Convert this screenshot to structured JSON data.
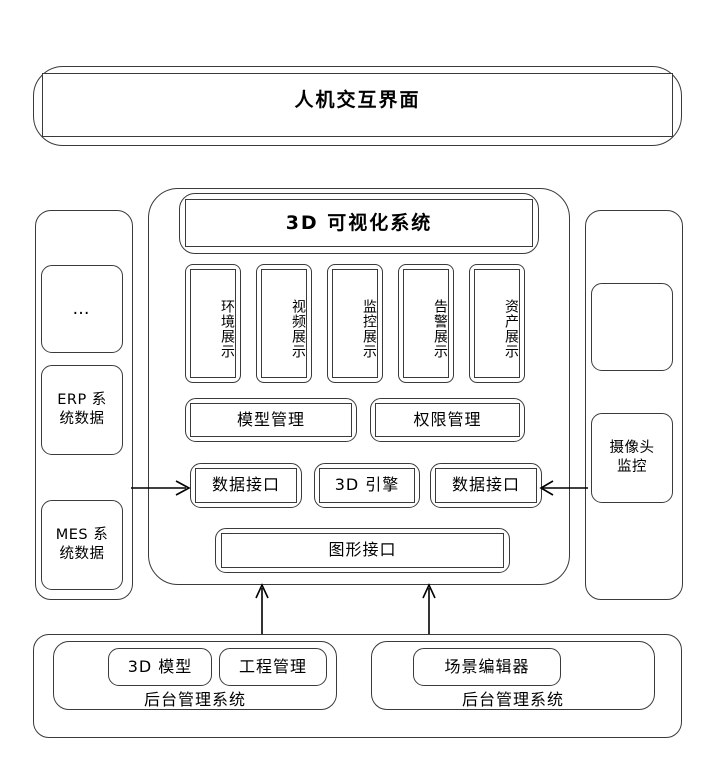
{
  "diagram": {
    "title_banner": {
      "label": "人机交互界面"
    },
    "left_sidebar": {
      "name": "data-sources-column",
      "items": [
        {
          "label": "…",
          "name": "more-sources-box"
        },
        {
          "label": "ERP 系\n统数据",
          "name": "erp-data-box"
        },
        {
          "label": "MES 系\n统数据",
          "name": "mes-data-box"
        }
      ]
    },
    "right_sidebar": {
      "name": "device-sources-column",
      "items": [
        {
          "label": "",
          "name": "empty-device-box"
        },
        {
          "label": "摄像头\n监控",
          "name": "camera-monitor-box"
        }
      ]
    },
    "center_panel": {
      "header": {
        "label": "3D 可视化系统"
      },
      "display_modules": [
        {
          "label": "环境展示"
        },
        {
          "label": "视频展示"
        },
        {
          "label": "监控展示"
        },
        {
          "label": "告警展示"
        },
        {
          "label": "资产展示"
        }
      ],
      "management_row": [
        {
          "label": "模型管理"
        },
        {
          "label": "权限管理"
        }
      ],
      "interface_row": [
        {
          "label": "数据接口"
        },
        {
          "label": "3D 引擎"
        },
        {
          "label": "数据接口"
        }
      ],
      "graphics_interface": {
        "label": "图形接口"
      }
    },
    "bottom_panel": {
      "left_group": {
        "caption": "后台管理系统",
        "items": [
          {
            "label": "3D 模型"
          },
          {
            "label": "工程管理"
          }
        ]
      },
      "right_group": {
        "caption": "后台管理系统",
        "items": [
          {
            "label": "场景编辑器"
          }
        ]
      }
    },
    "arrows": [
      {
        "name": "arrow-left-data-into-interface",
        "direction": "right"
      },
      {
        "name": "arrow-right-camera-into-interface",
        "direction": "left"
      },
      {
        "name": "arrow-up-backend-to-core-left",
        "direction": "up"
      },
      {
        "name": "arrow-up-backend-to-core-right",
        "direction": "up"
      },
      {
        "name": "arrow-backend-left-to-right",
        "direction": "right"
      }
    ],
    "colors": {
      "stroke": "#3a3a3a",
      "background": "#ffffff",
      "text": "#000000"
    }
  }
}
